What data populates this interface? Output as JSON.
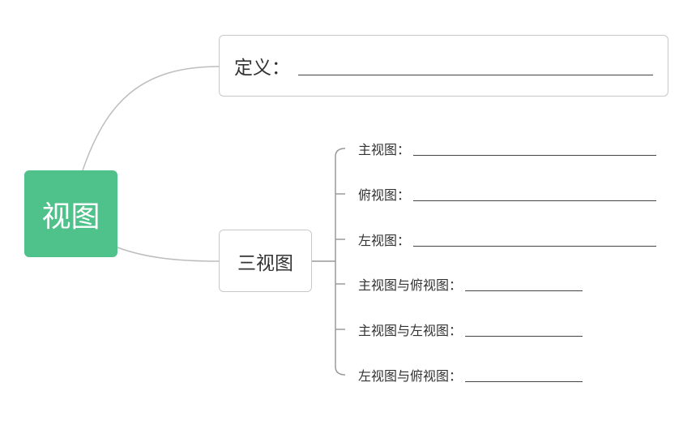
{
  "root": {
    "label": "视图"
  },
  "definition": {
    "label": "定义："
  },
  "three_views": {
    "label": "三视图",
    "items": [
      {
        "label": "主视图：",
        "blank": "long"
      },
      {
        "label": "俯视图：",
        "blank": "long"
      },
      {
        "label": "左视图：",
        "blank": "long"
      },
      {
        "label": "主视图与俯视图：",
        "blank": "short"
      },
      {
        "label": "主视图与左视图：",
        "blank": "short"
      },
      {
        "label": "左视图与俯视图：",
        "blank": "short"
      }
    ]
  },
  "colors": {
    "root_fill": "#4fc18a",
    "node_border": "#c9c9c9",
    "connector": "#bdbdbd",
    "bracket": "#9a9a9a"
  }
}
